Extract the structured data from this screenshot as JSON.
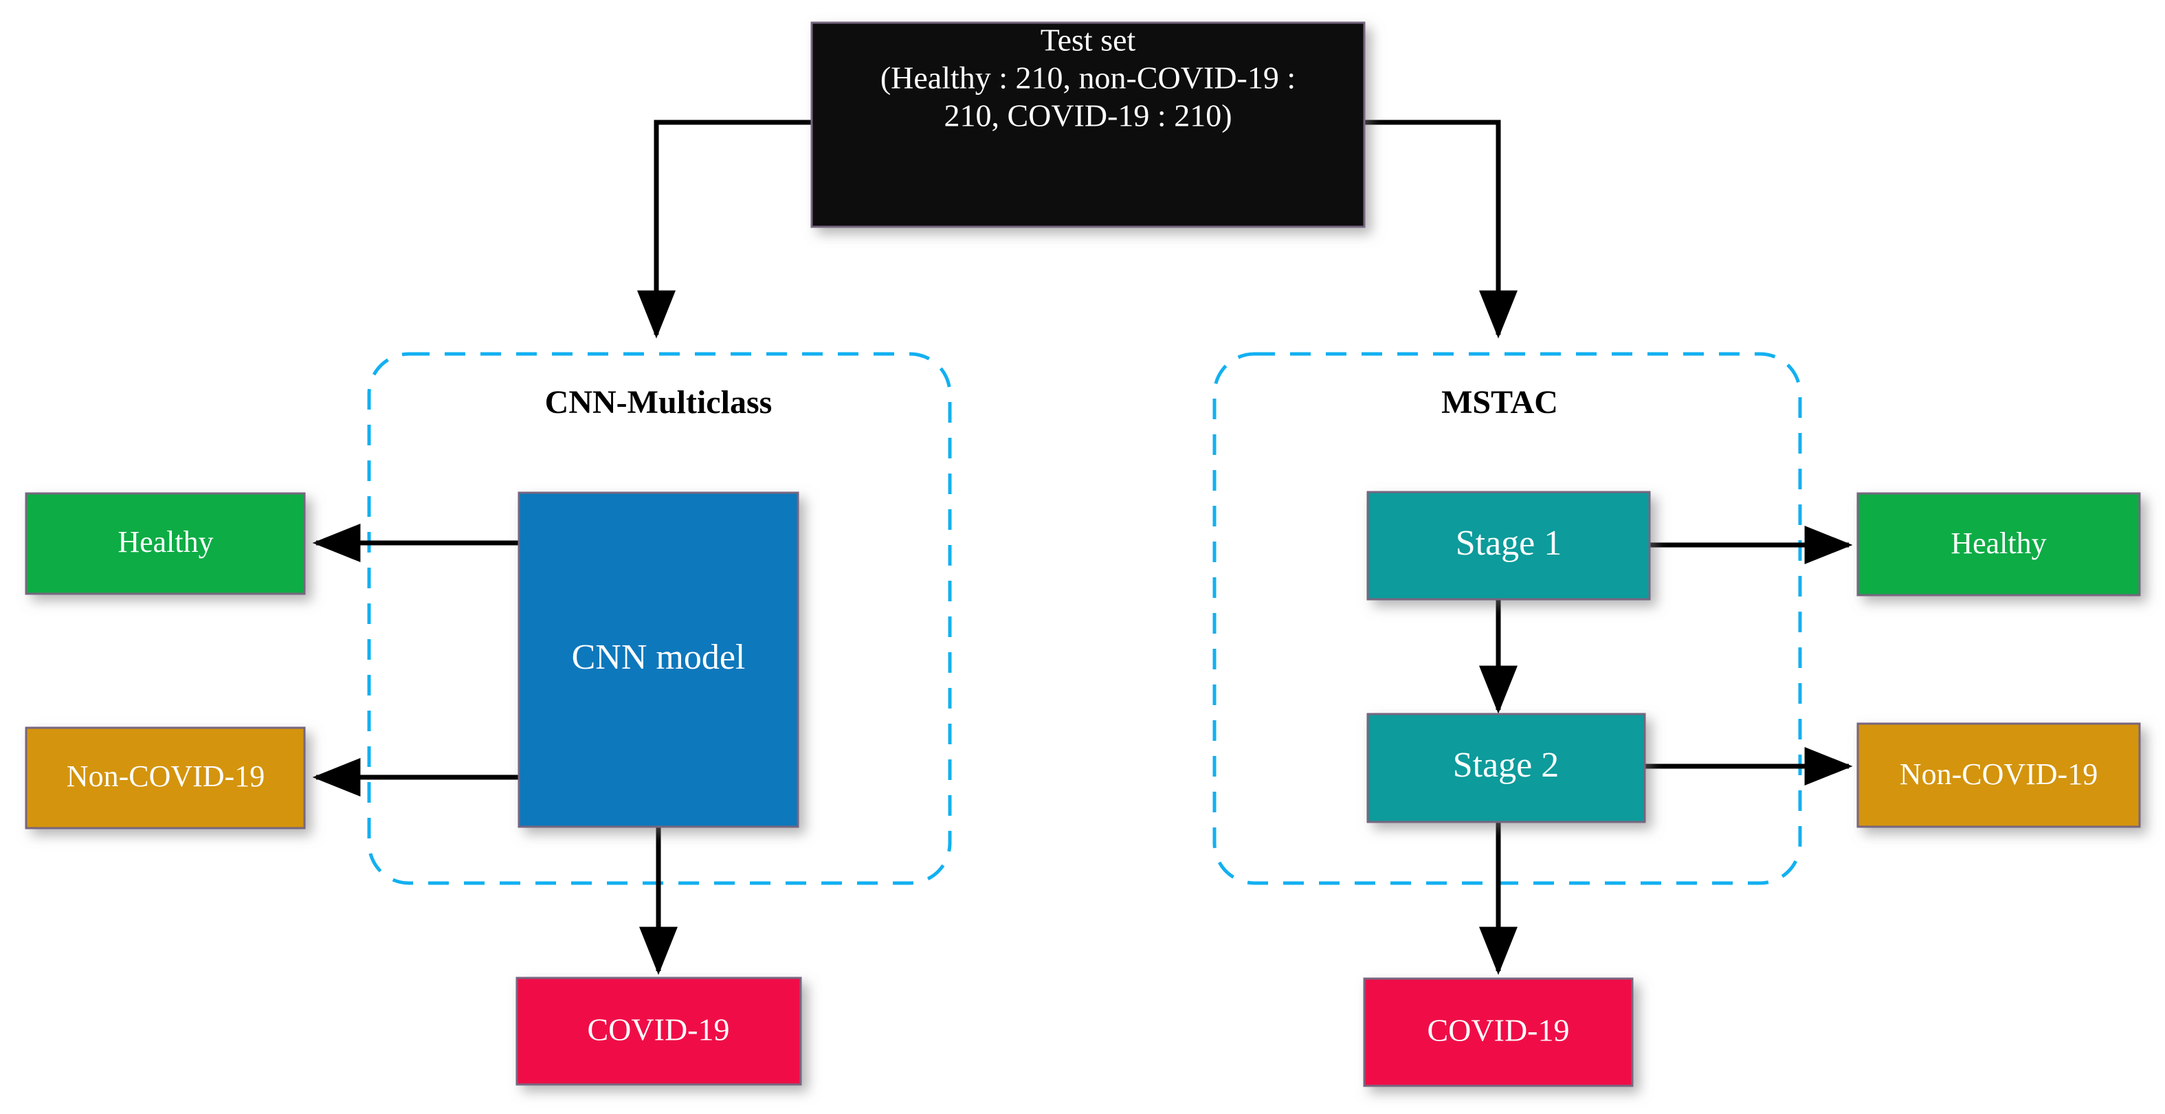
{
  "diagram": {
    "title_node": {
      "name": "test-set",
      "line1": "Test set",
      "line2": "(Healthy : 210, non-COVID-19 :",
      "line3": "210, COVID-19 : 210)",
      "fill": "#0B0B0B",
      "text_color": "#FFFFFF"
    },
    "groups": [
      {
        "id": "cnn-multiclass",
        "label": "CNN-Multiclass",
        "border_color": "#12B0F0"
      },
      {
        "id": "mstac",
        "label": "MSTAC",
        "border_color": "#12B0F0"
      }
    ],
    "nodes": {
      "cnn_model": {
        "label": "CNN model",
        "fill": "#0D78BC",
        "text_color": "#FFFFFF"
      },
      "stage1": {
        "label": "Stage 1",
        "fill": "#0D9B9B",
        "text_color": "#FFFFFF"
      },
      "stage2": {
        "label": "Stage 2",
        "fill": "#0D9B9B",
        "text_color": "#FFFFFF"
      },
      "healthy_left": {
        "label": "Healthy",
        "fill": "#0DAC45",
        "text_color": "#FFFFFF"
      },
      "noncovid_left": {
        "label": "Non-COVID-19",
        "fill": "#D4940A",
        "text_color": "#FFFFFF"
      },
      "covid_left": {
        "label": "COVID-19",
        "fill": "#F01046",
        "text_color": "#FFFFFF"
      },
      "healthy_right": {
        "label": "Healthy",
        "fill": "#0DAC45",
        "text_color": "#FFFFFF"
      },
      "noncovid_right": {
        "label": "Non-COVID-19",
        "fill": "#D4940A",
        "text_color": "#FFFFFF"
      },
      "covid_right": {
        "label": "COVID-19",
        "fill": "#F01046",
        "text_color": "#FFFFFF"
      }
    },
    "edges": [
      {
        "from": "test-set",
        "to": "cnn-multiclass"
      },
      {
        "from": "test-set",
        "to": "mstac"
      },
      {
        "from": "cnn_model",
        "to": "healthy_left"
      },
      {
        "from": "cnn_model",
        "to": "noncovid_left"
      },
      {
        "from": "cnn_model",
        "to": "covid_left"
      },
      {
        "from": "stage1",
        "to": "healthy_right"
      },
      {
        "from": "stage1",
        "to": "stage2"
      },
      {
        "from": "stage2",
        "to": "noncovid_right"
      },
      {
        "from": "stage2",
        "to": "covid_right"
      }
    ]
  }
}
